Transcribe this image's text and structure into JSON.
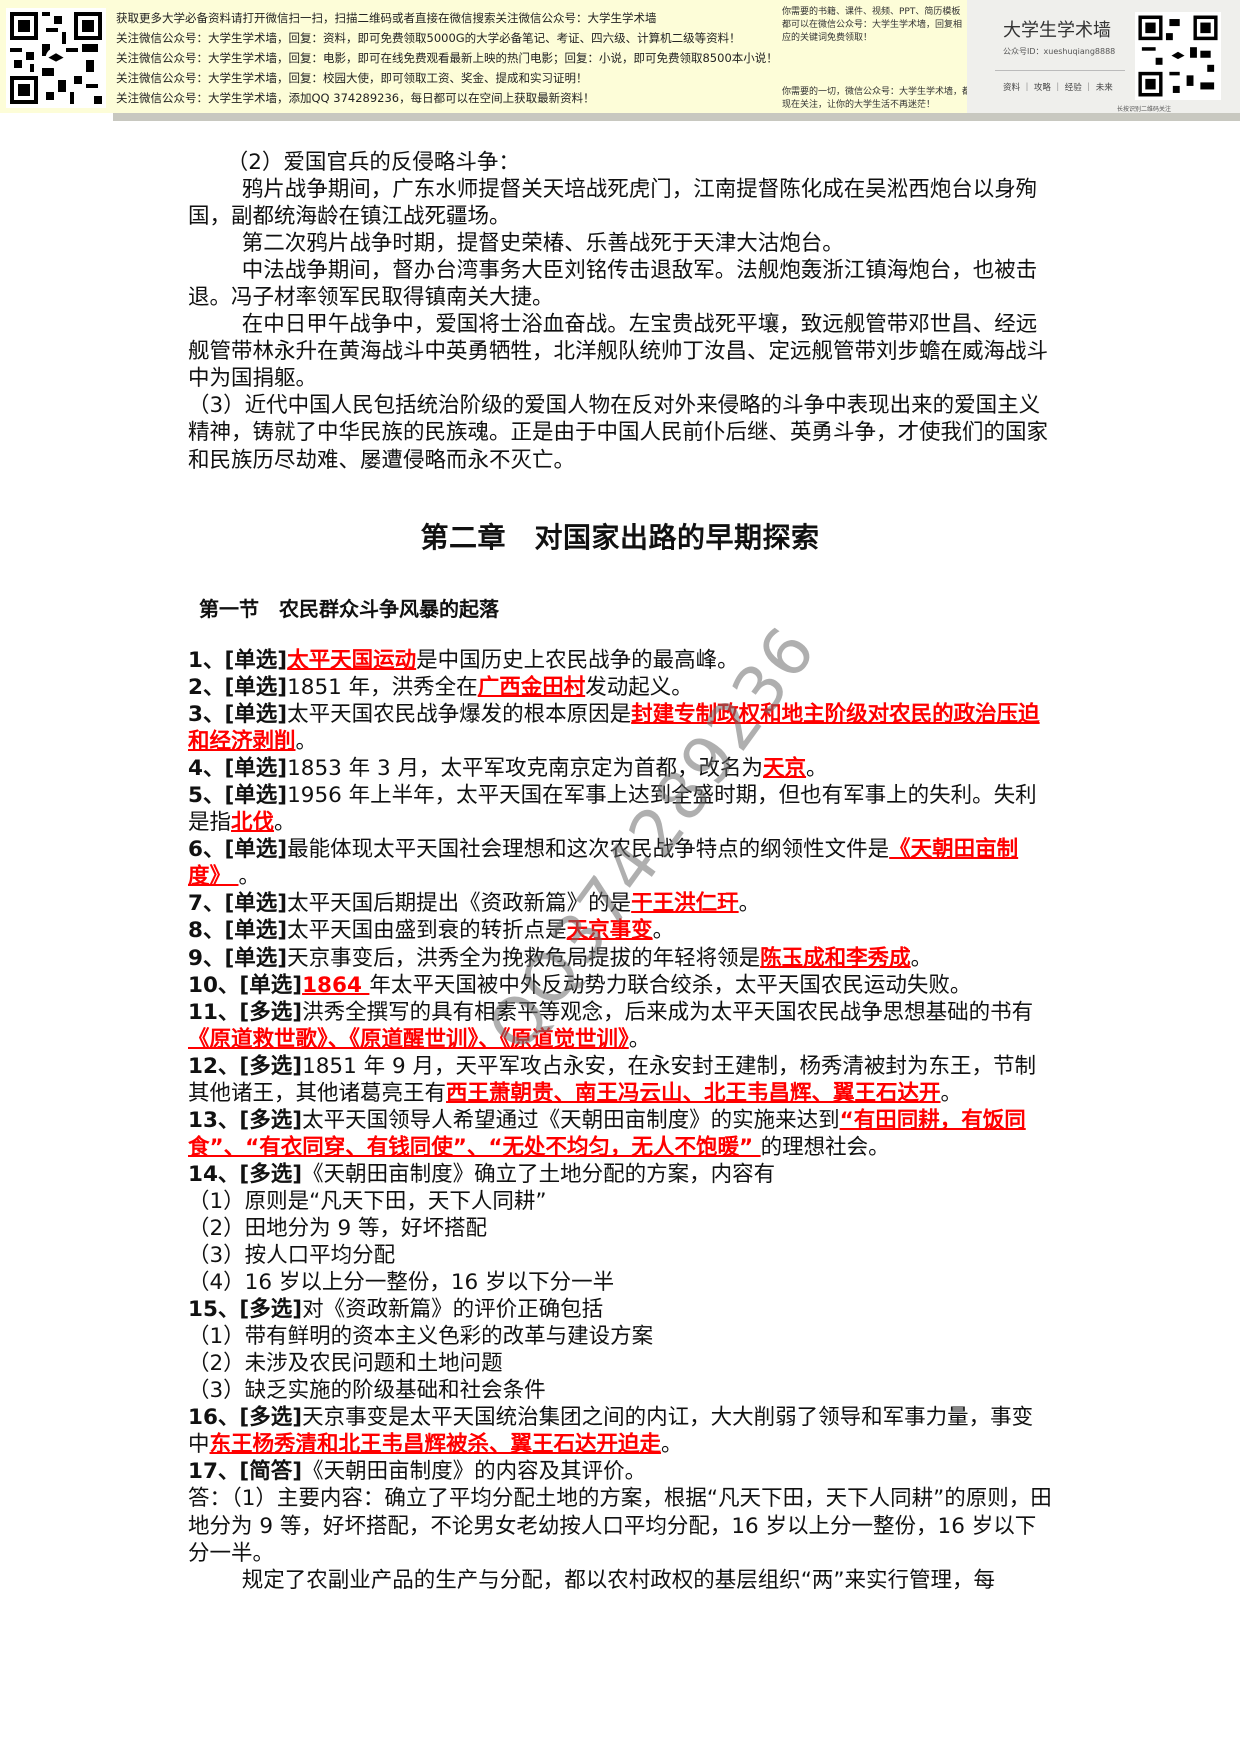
{
  "banner": {
    "lines": [
      "获取更多大学必备资料请打开微信扫一扫，扫描二维码或者直接在微信搜索关注微信公众号：大学生学术墙",
      "关注微信公众号：大学生学术墙，回复：资料，即可免费领取5000G的大学必备笔记、考证、四六级、计算机二级等资料！",
      "关注微信公众号：大学生学术墙，回复：电影，即可在线免费观看最新上映的热门电影；回复：小说，即可免费领取8500本小说！",
      "关注微信公众号：大学生学术墙，回复：校园大使，即可领取工资、奖金、提成和实习证明！",
      "关注微信公众号：大学生学术墙，添加QQ 374289236，每日都可以在空间上获取最新资料！"
    ],
    "middle_top": [
      "你需要的书籍、课件、视频、PPT、简历模板",
      "都可以在微信公众号：大学生学术墙，回复相",
      "应的关键词免费领取！"
    ],
    "middle_bottom": [
      "你需要的一切，微信公众号：大学生学术墙，都有！",
      "现在关注，让你的大学生活不再迷茫！"
    ],
    "card": {
      "title": "大学生学术墙",
      "id": "公众号ID：xueshuqiang8888",
      "links": "资料 ｜ 攻略 ｜ 经验 ｜ 未来",
      "caption": "长按识别二维码关注"
    }
  },
  "watermark": "QQ374289236",
  "top_paragraphs": [
    {
      "text": "（2）爱国官兵的反侵略斗争：",
      "style": "sub2"
    },
    {
      "text": "鸦片战争期间，广东水师提督关天培战死虎门，江南提督陈化成在吴淞西炮台以身殉国，副都统海龄在镇江战死疆场。",
      "style": "indent"
    },
    {
      "text": "第二次鸦片战争时期，提督史荣椿、乐善战死于天津大沽炮台。",
      "style": "indent"
    },
    {
      "text": "中法战争期间，督办台湾事务大臣刘铭传击退敌军。法舰炮轰浙江镇海炮台，也被击退。冯子材率领军民取得镇南关大捷。",
      "style": "indent"
    },
    {
      "text": "在中日甲午战争中，爱国将士浴血奋战。左宝贵战死平壤，致远舰管带邓世昌、经远舰管带林永升在黄海战斗中英勇牺牲，北洋舰队统帅丁汝昌、定远舰管带刘步蟾在威海战斗中为国捐躯。",
      "style": "indent"
    },
    {
      "text": "（3）近代中国人民包括统治阶级的爱国人物在反对外来侵略的斗争中表现出来的爱国主义精神，铸就了中华民族的民族魂。正是由于中国人民前仆后继、英勇斗争，才使我们的国家和民族历尽劫难、屡遭侵略而永不灭亡。",
      "style": "none"
    }
  ],
  "chapter_title": "第二章　对国家出路的早期探索",
  "section_title": "第一节　农民群众斗争风暴的起落",
  "questions": [
    {
      "num": "1、[单选]",
      "segments": [
        {
          "t": "太平天国运动",
          "a": true
        },
        {
          "t": "是中国历史上农民战争的最高峰。"
        }
      ]
    },
    {
      "num": "2、[单选]",
      "segments": [
        {
          "t": "1851 年，洪秀全在"
        },
        {
          "t": "广西金田村",
          "a": true
        },
        {
          "t": "发动起义。"
        }
      ]
    },
    {
      "num": "3、[单选]",
      "segments": [
        {
          "t": "太平天国农民战争爆发的根本原因是"
        },
        {
          "t": "封建专制政权和地主阶级对农民的政治压迫和经济剥削",
          "a": true
        },
        {
          "t": "。"
        }
      ]
    },
    {
      "num": "4、[单选]",
      "segments": [
        {
          "t": "1853 年 3 月，太平军攻克南京定为首都，改名为"
        },
        {
          "t": "天京",
          "a": true
        },
        {
          "t": "。"
        }
      ]
    },
    {
      "num": "5、[单选]",
      "segments": [
        {
          "t": "1956 年上半年，太平天国在军事上达到全盛时期，但也有军事上的失利。失利是指"
        },
        {
          "t": "北伐",
          "a": true
        },
        {
          "t": "。"
        }
      ]
    },
    {
      "num": "6、[单选]",
      "segments": [
        {
          "t": "最能体现太平天国社会理想和这次农民战争特点的纲领性文件是"
        },
        {
          "t": "《天朝田亩制度》 ",
          "a": true
        },
        {
          "t": "。"
        }
      ]
    },
    {
      "num": "7、[单选]",
      "segments": [
        {
          "t": "太平天国后期提出《资政新篇》的是"
        },
        {
          "t": "干王洪仁玕",
          "a": true
        },
        {
          "t": "。"
        }
      ]
    },
    {
      "num": "8、[单选]",
      "segments": [
        {
          "t": "太平天国由盛到衰的转折点是"
        },
        {
          "t": "天京事变",
          "a": true
        },
        {
          "t": "。"
        }
      ]
    },
    {
      "num": "9、[单选]",
      "segments": [
        {
          "t": "天京事变后，洪秀全为挽救危局提拔的年轻将领是"
        },
        {
          "t": "陈玉成和李秀成",
          "a": true
        },
        {
          "t": "。"
        }
      ]
    },
    {
      "num": "10、[单选]",
      "segments": [
        {
          "t": "1864 ",
          "a": true
        },
        {
          "t": "年太平天国被中外反动势力联合绞杀，太平天国农民运动失败。"
        }
      ]
    },
    {
      "num": "11、[多选]",
      "segments": [
        {
          "t": "洪秀全撰写的具有相素平等观念，后来成为太平天国农民战争思想基础的书有"
        },
        {
          "t": "《原道救世歌》、《原道醒世训》、《原道觉世训》",
          "a": true
        },
        {
          "t": "。"
        }
      ]
    },
    {
      "num": "12、[多选]",
      "segments": [
        {
          "t": "1851 年 9 月，天平军攻占永安，在永安封王建制，杨秀清被封为东王，节制其他诸王，其他诸葛亮王有"
        },
        {
          "t": "西王萧朝贵、南王冯云山、北王韦昌辉、翼王石达开",
          "a": true
        },
        {
          "t": "。"
        }
      ]
    },
    {
      "num": "13、[多选]",
      "segments": [
        {
          "t": "太平天国领导人希望通过《天朝田亩制度》的实施来达到"
        },
        {
          "t": "“有田同耕，有饭同食”、“有衣同穿、有钱同使”、“无处不均匀，无人不饱暖” ",
          "a": true
        },
        {
          "t": "的理想社会。"
        }
      ]
    },
    {
      "num": "14、[多选]",
      "segments": [
        {
          "t": "《天朝田亩制度》确立了土地分配的方案，内容有"
        }
      ],
      "items": [
        "（1）原则是“凡天下田，天下人同耕”",
        "（2）田地分为 9 等，好坏搭配",
        "（3）按人口平均分配",
        "（4）16 岁以上分一整份，16 岁以下分一半"
      ]
    },
    {
      "num": "15、[多选]",
      "segments": [
        {
          "t": "对《资政新篇》的评价正确包括"
        }
      ],
      "items": [
        "（1）带有鲜明的资本主义色彩的改革与建设方案",
        "（2）未涉及农民问题和土地问题",
        "（3）缺乏实施的阶级基础和社会条件"
      ]
    },
    {
      "num": "16、[多选]",
      "segments": [
        {
          "t": "天京事变是太平天国统治集团之间的内讧，大大削弱了领导和军事力量，事变中"
        },
        {
          "t": "东王杨秀清和北王韦昌辉被杀、翼王石达开迫走",
          "a": true
        },
        {
          "t": "。"
        }
      ]
    },
    {
      "num": "17、[简答]",
      "segments": [
        {
          "t": "《天朝田亩制度》的内容及其评价。"
        }
      ]
    }
  ],
  "answer_paragraphs": [
    {
      "text": "答：（1）主要内容：确立了平均分配土地的方案，根据“凡天下田，天下人同耕”的原则，田地分为 9 等，好坏搭配，不论男女老幼按人口平均分配，16 岁以上分一整份，16 岁以下分一半。",
      "style": "none"
    },
    {
      "text": "规定了农副业产品的生产与分配，都以农村政权的基层组织“两”来实行管理，每",
      "style": "indent"
    }
  ],
  "colors": {
    "answer": "#ff0000",
    "banner_bg": "#fdfdd8",
    "text": "#111111"
  }
}
